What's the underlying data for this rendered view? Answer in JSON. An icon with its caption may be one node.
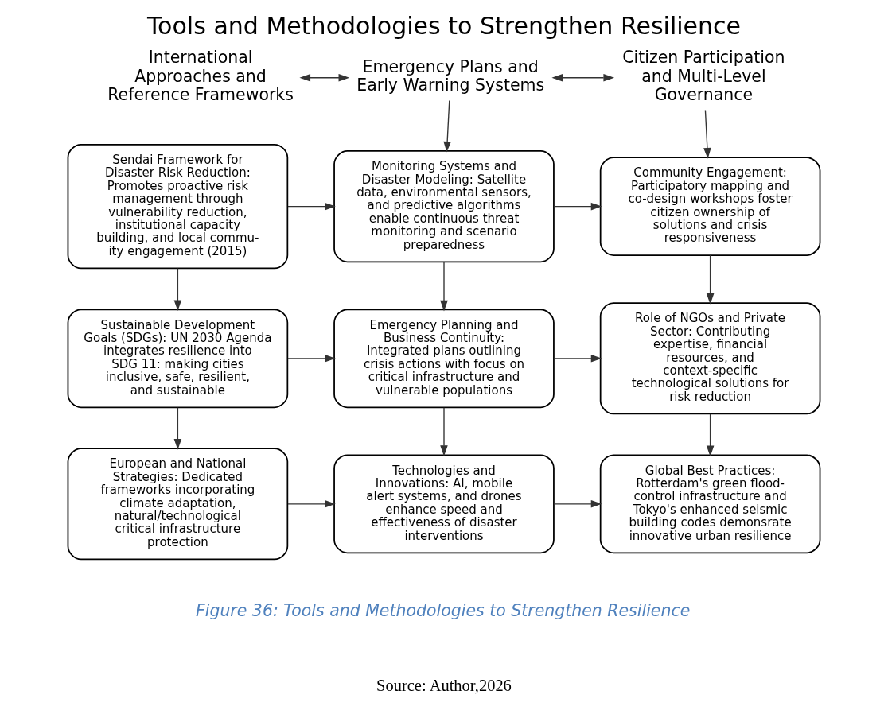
{
  "diagram": {
    "title": "Tools and Methodologies to Strengthen Resilience",
    "caption": "Figure 36: Tools and Methodologies to Strengthen Resilience",
    "nodes": [
      {
        "text": [
          "International Approaches and Reference Frameworks"
        ]
      },
      {
        "text": [
          "Emergency Plans and Early Warning Systems"
        ]
      },
      {
        "text": [
          "Citizen Participation and Multi-Level Governance"
        ]
      },
      {
        "text": [
          "Sendai Framework for Disaster Risk Reduction: Promotes proactive risk management through vulnerability reduction, institutional capacity building, and local commu- ity engagement (2015)"
        ]
      },
      {
        "text": [
          "Monitoring Systems and Disaster Modeling: Satellite data, environmental sensors, and predictive algorithms enable continuous threat monitoring and scenario preparedness"
        ]
      },
      {
        "text": [
          "Community Engagement: Participatory mapping and co-design workshops foster citizen ownership of solutions and crisis responsiveness"
        ]
      },
      {
        "text": [
          "Sustainable Development Goals (SDGs): UN 2030 Agenda integrates resilience into SDG 11: making cities inclusive, safe, resilient, and sustainable"
        ]
      },
      {
        "text": [
          "Emergency Planning and Business Continuity: Integrated plans outlining crisis actions with focus on critical infrastructure and vulnerable populations"
        ]
      },
      {
        "text": [
          "Role of NGOs and Private Sector: Contributing expertise, financial resources, and context-specific technological solutions for risk reduction"
        ]
      },
      {
        "text": [
          "European and National Strategies: Dedicated frameworks incorporating climate adaptation, natural/technological critical infrastructure protection"
        ]
      },
      {
        "text": [
          "Technologies and Innovations: AI, mobile alert systems, and drones enhance speed and effectiveness of disaster interventions"
        ]
      },
      {
        "text": [
          "Global Best Practices: Rotterdam's green flood- control infrastructure and Tokyo's enhanced seismic building codes demonsrate innovative urban resilience"
        ]
      }
    ],
    "edges": [
      {
        "from": 0,
        "to": 1,
        "arrow": "both"
      },
      {
        "from": 1,
        "to": 2,
        "arrow": "both"
      },
      {
        "from": 1,
        "to": 4,
        "arrow": "to"
      },
      {
        "from": 2,
        "to": 5,
        "arrow": "to"
      },
      {
        "from": 3,
        "to": 4,
        "arrow": "to"
      },
      {
        "from": 4,
        "to": 5,
        "arrow": "to"
      },
      {
        "from": 3,
        "to": 6,
        "arrow": "to"
      },
      {
        "from": 4,
        "to": 7,
        "arrow": "to"
      },
      {
        "from": 5,
        "to": 8,
        "arrow": "to"
      },
      {
        "from": 6,
        "to": 7,
        "arrow": "to"
      },
      {
        "from": 7,
        "to": 8,
        "arrow": "to"
      },
      {
        "from": 6,
        "to": 9,
        "arrow": "to"
      },
      {
        "from": 7,
        "to": 10,
        "arrow": "to"
      },
      {
        "from": 8,
        "to": 11,
        "arrow": "to"
      },
      {
        "from": 9,
        "to": 10,
        "arrow": "to"
      },
      {
        "from": 10,
        "to": 11,
        "arrow": "to"
      }
    ],
    "labels": [
      "Source: Author,2026"
    ]
  }
}
